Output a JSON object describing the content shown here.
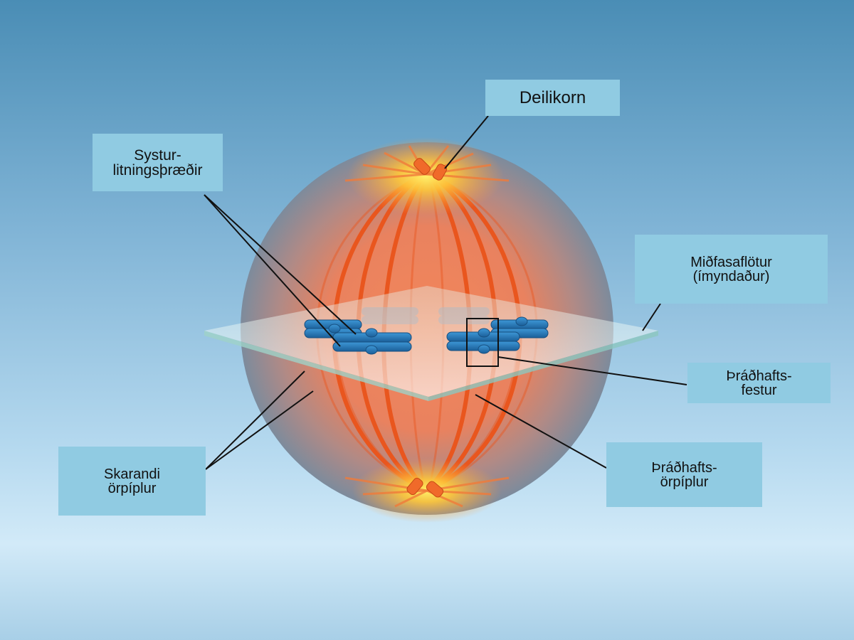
{
  "labels": {
    "centriole": "Deilikorn",
    "sister_chromatids": {
      "line1": "Systur-",
      "line2": "litningsþræðir"
    },
    "metaphase_plate": {
      "line1": "Miðfasaflötur",
      "line2": "(ímyndaður)"
    },
    "kinetochore": {
      "line1": "Þráðhafts-",
      "line2": "festur"
    },
    "kinetochore_microtubules": {
      "line1": "Þráðhafts-",
      "line2": "örpíplur"
    },
    "overlapping_microtubules": {
      "line1": "Skarandi",
      "line2": "örpíplur"
    }
  },
  "colors": {
    "cell_outer": "#7f8fa0",
    "cell_inner": "#f07a48",
    "spindle_fiber": "#e9561e",
    "chromosome": "#2a79b8",
    "centriole": "#f06a2a",
    "pole_glow": "#ffd23a",
    "plate": "#d6eee8",
    "label_bg": "#90cbe2",
    "leader_line": "#111111"
  }
}
